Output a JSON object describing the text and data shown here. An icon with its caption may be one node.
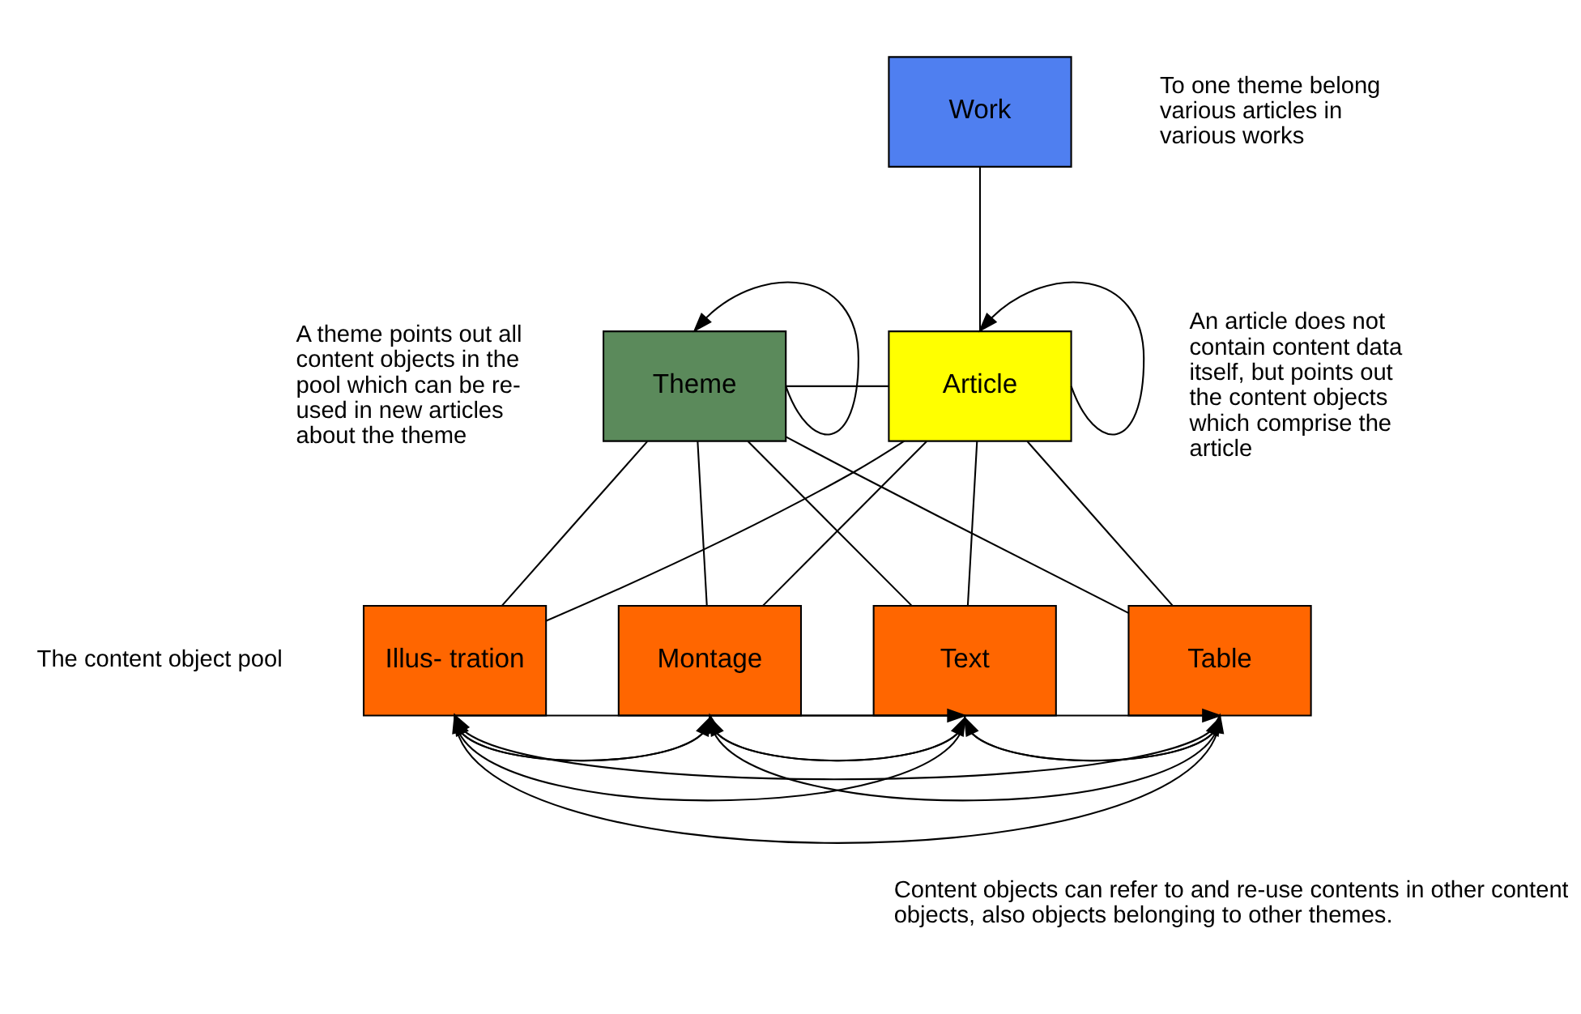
{
  "diagram": {
    "nodes": [
      {
        "text": [
          "Work"
        ]
      },
      {
        "text": [
          "Theme"
        ]
      },
      {
        "text": [
          "Article"
        ]
      },
      {
        "text": [
          "Text"
        ]
      },
      {
        "text": [
          "Table"
        ]
      },
      {
        "text": [
          "Illus- tration"
        ]
      },
      {
        "text": [
          "Montage"
        ]
      }
    ],
    "edges": [
      {
        "from": 0,
        "to": 2,
        "arrow": "none"
      },
      {
        "from": 1,
        "to": 1,
        "arrow": "to"
      },
      {
        "from": 2,
        "to": 2,
        "arrow": "to"
      },
      {
        "from": 1,
        "to": 2,
        "arrow": "none"
      },
      {
        "from": 1,
        "to": 3,
        "arrow": "none"
      },
      {
        "from": 1,
        "to": 4,
        "arrow": "none"
      },
      {
        "from": 1,
        "to": 5,
        "arrow": "none"
      },
      {
        "from": 1,
        "to": 6,
        "arrow": "none"
      },
      {
        "from": 2,
        "to": 3,
        "arrow": "none"
      },
      {
        "from": 2,
        "to": 4,
        "arrow": "none"
      },
      {
        "from": 2,
        "to": 5,
        "arrow": "none"
      },
      {
        "from": 2,
        "to": 6,
        "arrow": "none"
      },
      {
        "from": 3,
        "to": 4,
        "arrow": "to"
      },
      {
        "from": 3,
        "to": 5,
        "arrow": "to"
      },
      {
        "from": 3,
        "to": 6,
        "arrow": "to"
      },
      {
        "from": 4,
        "to": 3,
        "arrow": "to"
      },
      {
        "from": 4,
        "to": 5,
        "arrow": "to"
      },
      {
        "from": 4,
        "to": 6,
        "arrow": "to"
      },
      {
        "from": 5,
        "to": 3,
        "arrow": "to"
      },
      {
        "from": 5,
        "to": 4,
        "arrow": "to"
      },
      {
        "from": 5,
        "to": 6,
        "arrow": "to"
      },
      {
        "from": 6,
        "to": 3,
        "arrow": "to"
      },
      {
        "from": 6,
        "to": 4,
        "arrow": "to"
      },
      {
        "from": 6,
        "to": 5,
        "arrow": "to"
      }
    ],
    "labels": [
      "To one theme belong various articles in various works",
      "A theme points out all content objects in the pool which can be re-used in new articles about the theme",
      "An article does not contain content data itself, but points out the content objects which comprise the article",
      "The content object pool",
      "Content objects can refer to and re-use contents in other content objects, also objects belonging to other themes."
    ]
  }
}
